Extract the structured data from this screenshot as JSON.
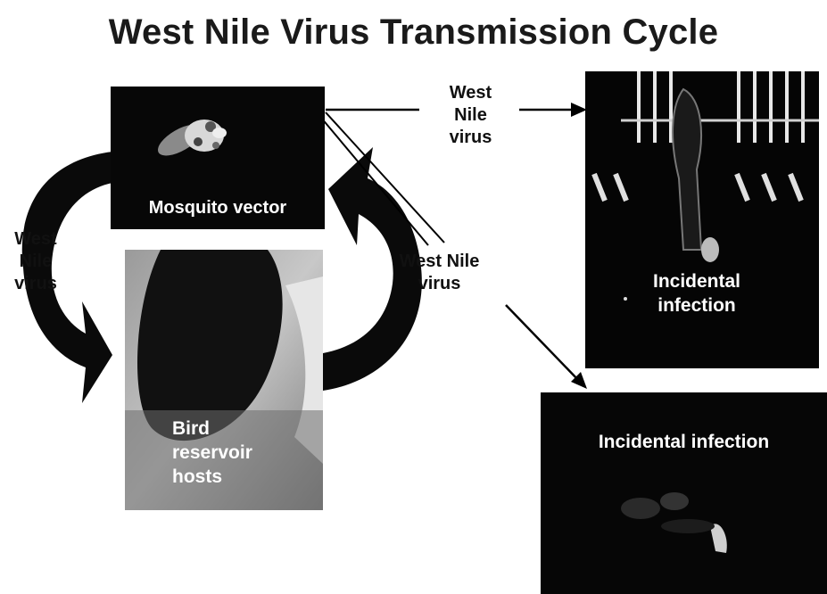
{
  "title": "West Nile Virus Transmission Cycle",
  "panels": {
    "mosquito": {
      "caption": "Mosquito vector"
    },
    "bird": {
      "caption": "Bird\nreservoir\nhosts"
    },
    "horse": {
      "caption": "Incidental\ninfection"
    },
    "human": {
      "caption": "Incidental infection"
    }
  },
  "labels": {
    "to_horse": "West\nNile\nvirus",
    "left_cycle": "West\nNile\nvirus",
    "right_cycle": "West Nile\nvirus"
  }
}
